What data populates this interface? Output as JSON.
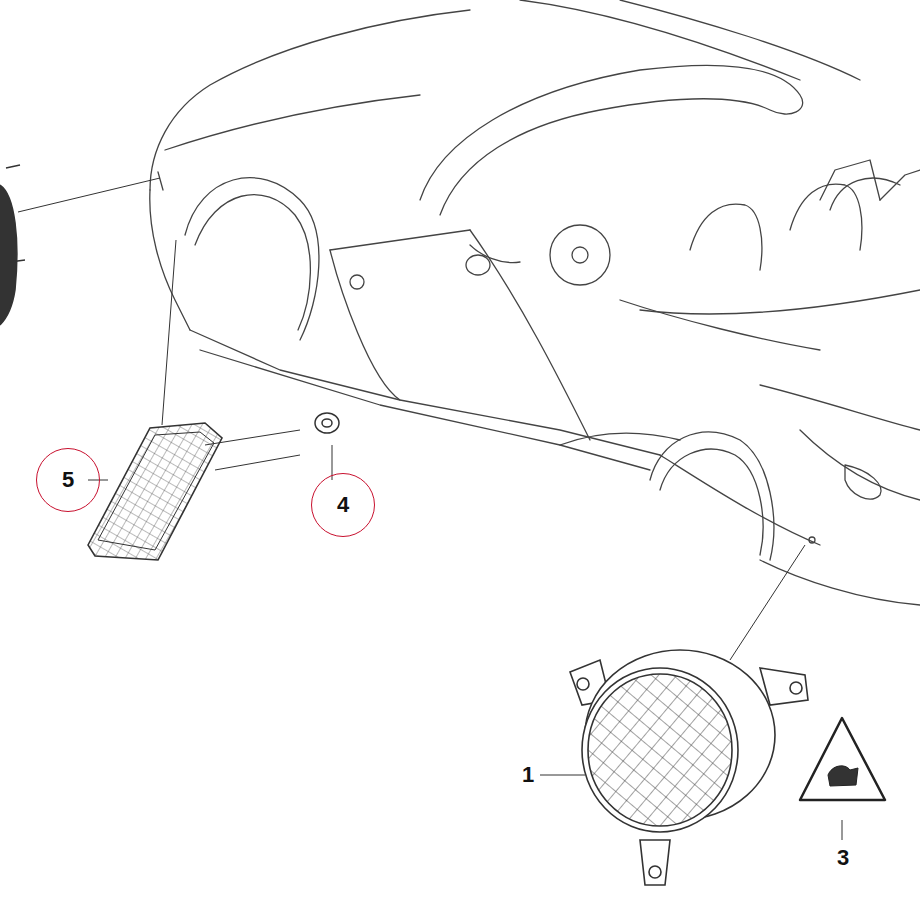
{
  "diagram": {
    "nodes": [
      {
        "text": [
          "5"
        ]
      },
      {
        "text": [
          "4"
        ]
      }
    ],
    "labels": [
      "1",
      "3"
    ]
  }
}
